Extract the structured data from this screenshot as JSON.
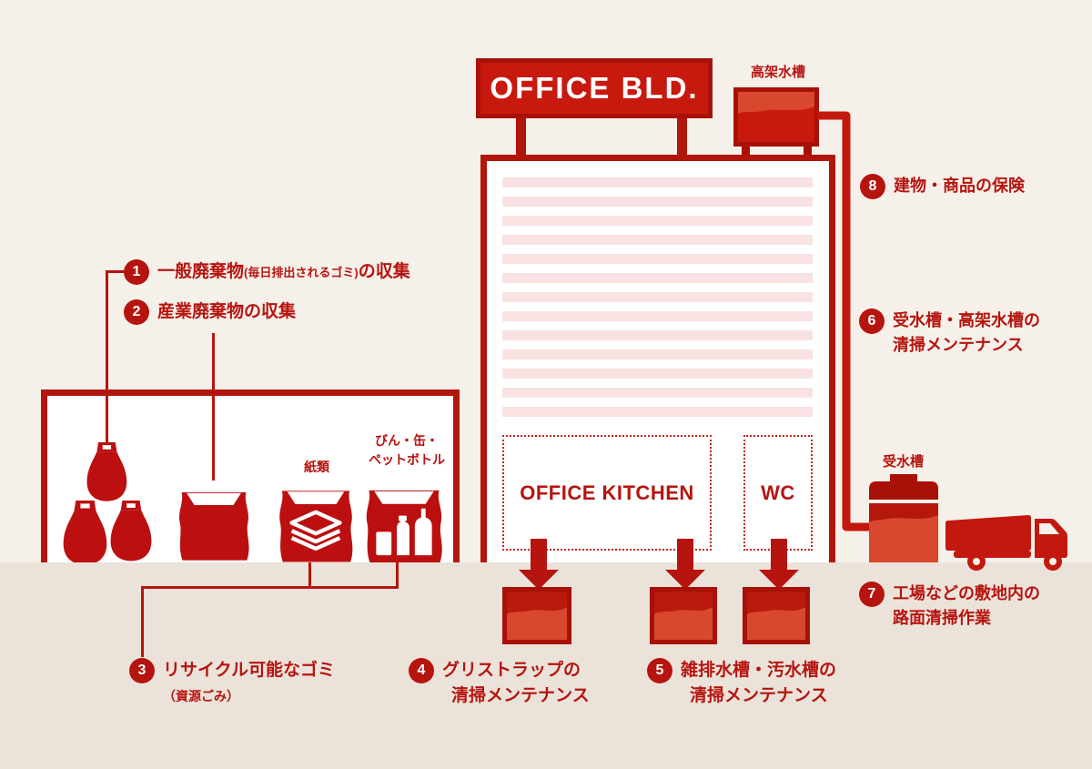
{
  "palette": {
    "red_dark": "#a81108",
    "red_wall": "#b2150c",
    "red_main": "#c8190f",
    "red_text": "#b6140f",
    "red_light": "#d8482e",
    "stripe_pink": "#f8e3e2",
    "bg_top": "#f5f0e9",
    "bg_ground": "#ebe3da",
    "white": "#ffffff"
  },
  "building": {
    "sign_label": "OFFICE BLD.",
    "kitchen_label": "OFFICE KITCHEN",
    "wc_label": "WC"
  },
  "tanks": {
    "elevated_label": "高架水槽",
    "receiving_label": "受水槽"
  },
  "storage": {
    "paper_label": "紙類",
    "bottles_label_1": "びん・缶・",
    "bottles_label_2": "ペットボトル"
  },
  "items": [
    {
      "num": "1",
      "pre": "一般廃棄物",
      "small": "(毎日排出されるゴミ)",
      "post": "の収集"
    },
    {
      "num": "2",
      "line1": "産業廃棄物の収集"
    },
    {
      "num": "3",
      "line1": "リサイクル可能なゴミ",
      "line2": "（資源ごみ）"
    },
    {
      "num": "4",
      "line1": "グリストラップの",
      "line2": "清掃メンテナンス"
    },
    {
      "num": "5",
      "line1": "雑排水槽・汚水槽の",
      "line2": "清掃メンテナンス"
    },
    {
      "num": "6",
      "line1": "受水槽・高架水槽の",
      "line2": "清掃メンテナンス"
    },
    {
      "num": "7",
      "line1": "工場などの敷地内の",
      "line2": "路面清掃作業"
    },
    {
      "num": "8",
      "line1": "建物・商品の保険"
    }
  ],
  "icons": {
    "garbage_bags": "garbage-bags-icon",
    "waste_sack": "waste-sack-icon",
    "paper_sack": "paper-sack-icon",
    "bottles_sack": "bottles-sack-icon",
    "elevated_tank": "elevated-water-tank-icon",
    "receiving_tank": "receiving-water-tank-icon",
    "small_tank": "drain-tank-icon",
    "truck": "truck-icon",
    "down_arrow": "down-arrow-icon",
    "pipe": "water-pipe"
  }
}
